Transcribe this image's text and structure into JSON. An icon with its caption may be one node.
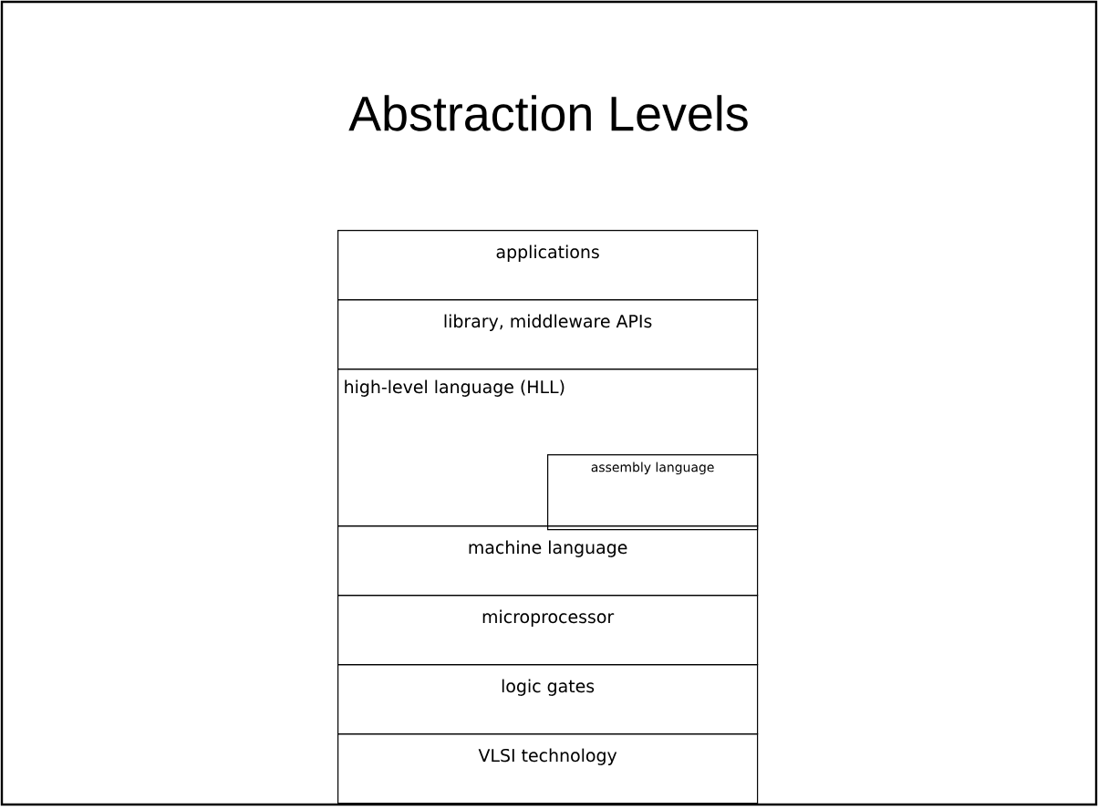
{
  "diagram": {
    "title": "Abstraction Levels",
    "nodes": [
      {
        "text": [
          "applications"
        ]
      },
      {
        "text": [
          "library, middleware APIs"
        ]
      },
      {
        "text": [
          "high-level language (HLL)"
        ]
      },
      {
        "text": [
          "assembly language"
        ],
        "in": 2
      },
      {
        "text": [
          "machine language"
        ]
      },
      {
        "text": [
          "microprocessor"
        ]
      },
      {
        "text": [
          "logic gates"
        ]
      },
      {
        "text": [
          "VLSI technology"
        ]
      }
    ]
  }
}
